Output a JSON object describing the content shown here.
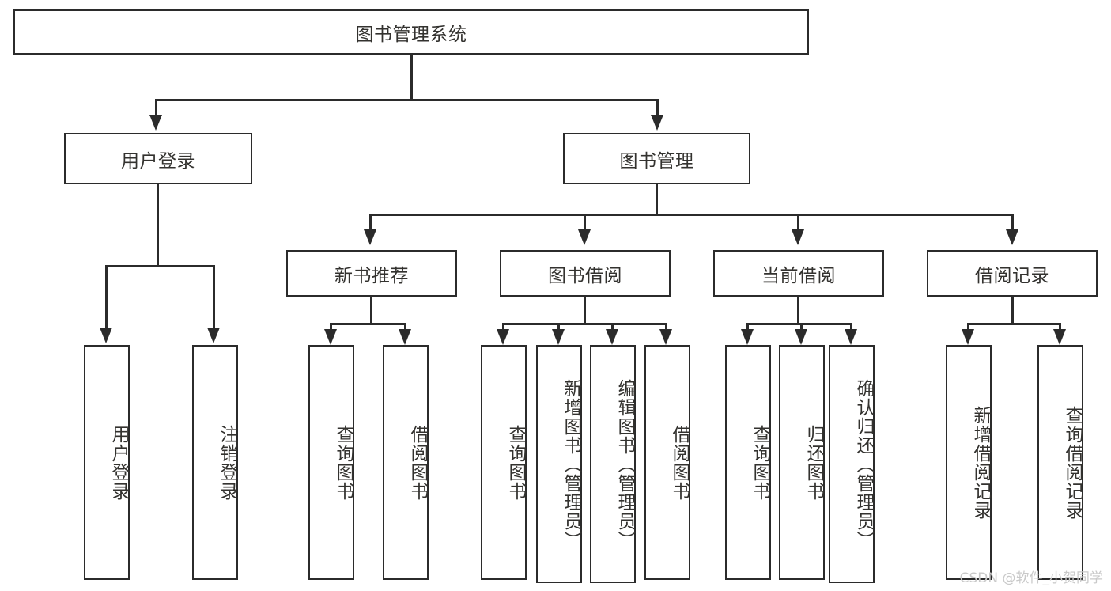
{
  "diagram": {
    "type": "tree",
    "root": {
      "label": "图书管理系统"
    },
    "level2": [
      {
        "label": "用户登录"
      },
      {
        "label": "图书管理"
      }
    ],
    "level3": [
      {
        "label": "新书推荐"
      },
      {
        "label": "图书借阅"
      },
      {
        "label": "当前借阅"
      },
      {
        "label": "借阅记录"
      }
    ],
    "leaves": {
      "user_login": [
        {
          "label": "用户登录"
        },
        {
          "label": "注销登录"
        }
      ],
      "new_book_recommend": [
        {
          "label": "查询图书"
        },
        {
          "label": "借阅图书"
        }
      ],
      "book_borrow": [
        {
          "label": "查询图书"
        },
        {
          "label": "新增图书（管理员）"
        },
        {
          "label": "编辑图书（管理员）"
        },
        {
          "label": "借阅图书"
        }
      ],
      "current_borrow": [
        {
          "label": "查询图书"
        },
        {
          "label": "归还图书"
        },
        {
          "label": "确认归还（管理员）"
        }
      ],
      "borrow_record": [
        {
          "label": "新增借阅记录"
        },
        {
          "label": "查询借阅记录"
        }
      ]
    }
  },
  "watermark": {
    "text": "CSDN @软件_小贺同学"
  },
  "colors": {
    "stroke": "#2b2b2b",
    "text": "#33322f",
    "background": "#ffffff",
    "watermark": "#c9c9c9"
  }
}
